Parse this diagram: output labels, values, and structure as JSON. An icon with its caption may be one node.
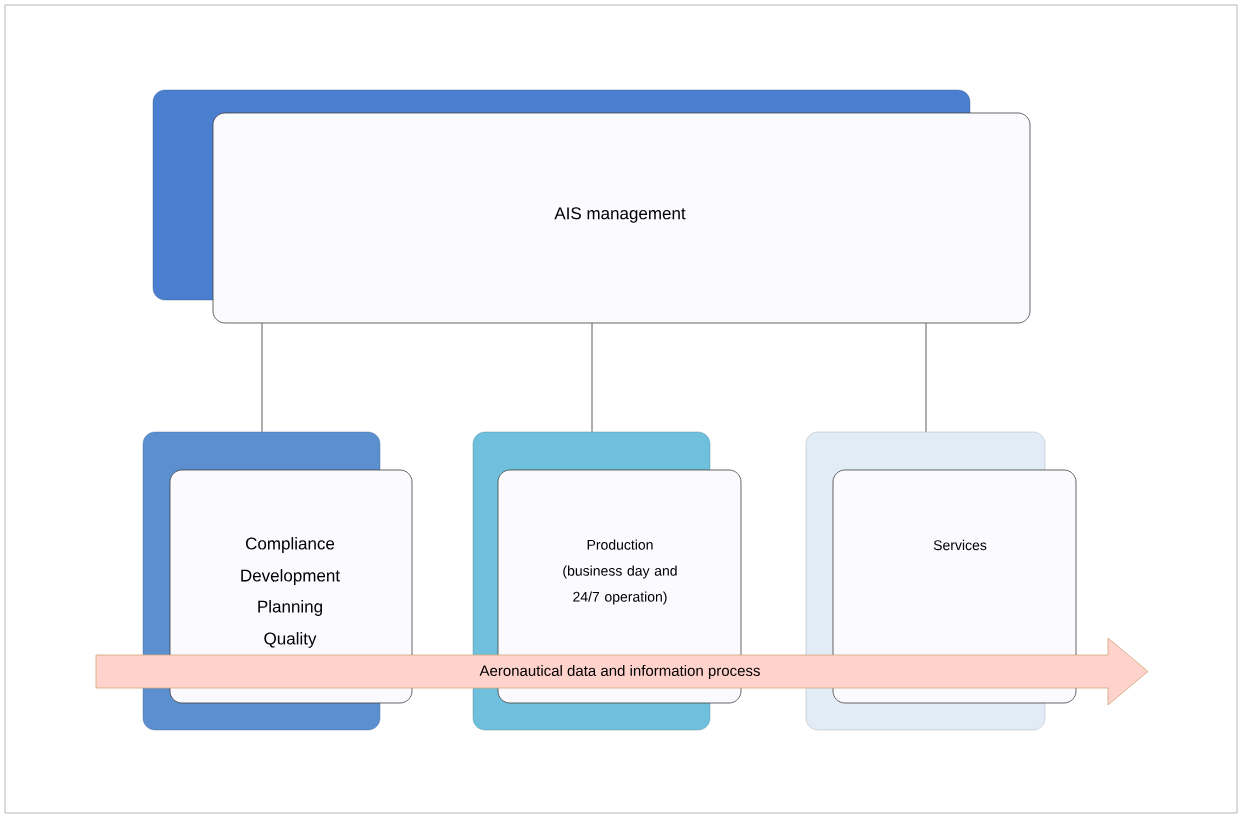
{
  "diagram": {
    "nodes": [
      {
        "text": [
          "AIS management"
        ]
      },
      {
        "text": [
          "Compliance",
          "Development",
          "Planning",
          "Quality"
        ]
      },
      {
        "text": [
          "Production (business day and 24/7 operation)"
        ]
      },
      {
        "text": [
          "Services"
        ]
      },
      {
        "text": [
          "Aeronautical data and information process"
        ]
      }
    ],
    "edges": [
      {
        "from": 0,
        "to": 1,
        "arrow": "none"
      },
      {
        "from": 0,
        "to": 2,
        "arrow": "none"
      },
      {
        "from": 0,
        "to": 3,
        "arrow": "none"
      }
    ]
  }
}
